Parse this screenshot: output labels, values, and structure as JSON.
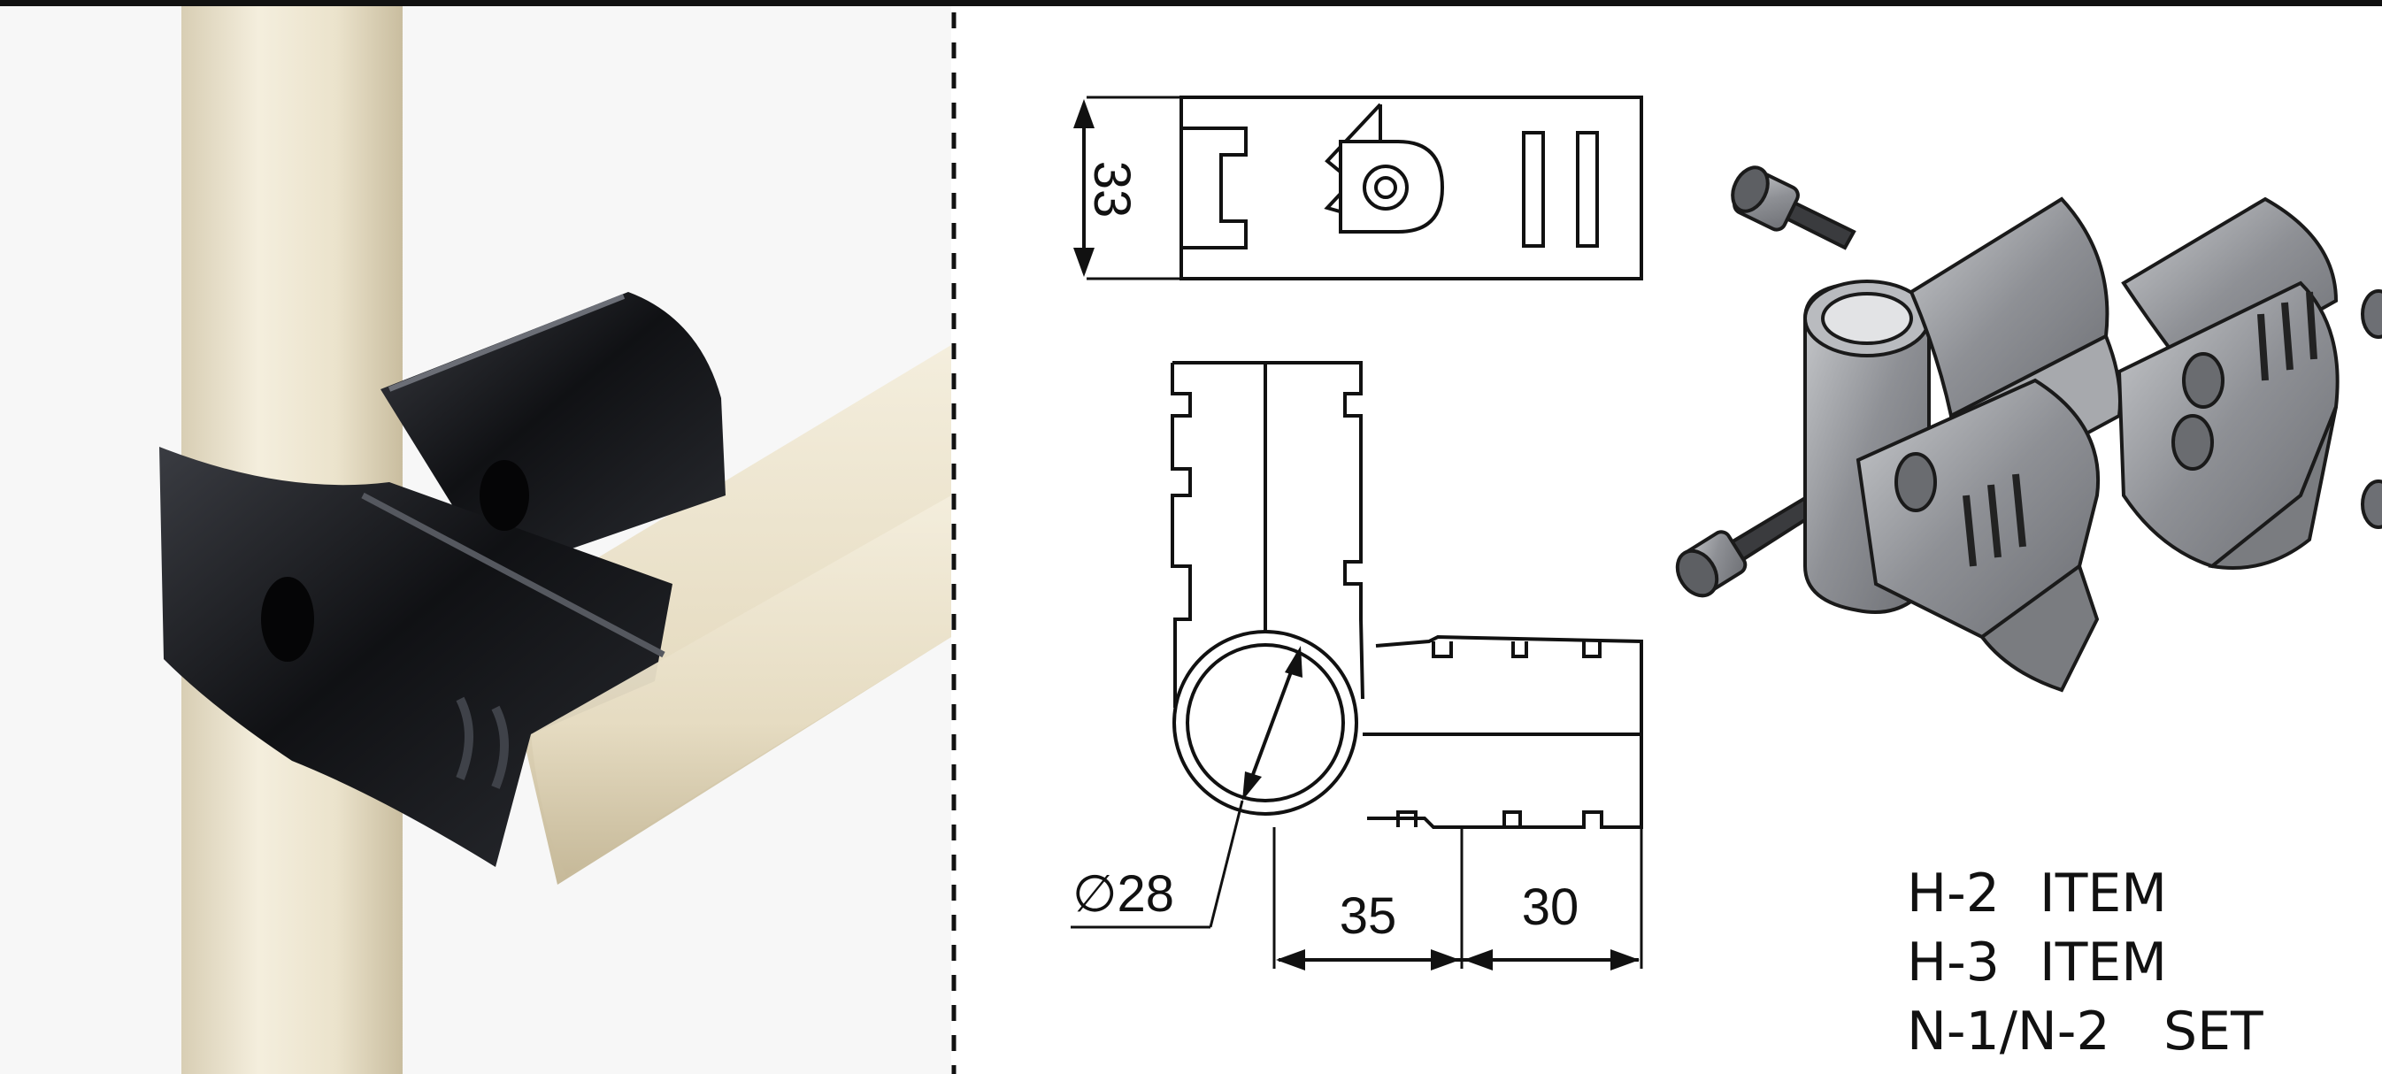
{
  "drawing": {
    "dimensions": {
      "height": "33",
      "diameter": "∅28",
      "length_a": "35",
      "length_b": "30"
    },
    "item_list": [
      {
        "code": "H-2",
        "kind": "ITEM"
      },
      {
        "code": "H-3",
        "kind": "ITEM"
      },
      {
        "code": "N-1/N-2",
        "kind": "SET"
      }
    ]
  },
  "colors": {
    "tube": "#efe7d2",
    "joint": "#17181c",
    "metal": "#8d8f93",
    "line": "#111111"
  }
}
